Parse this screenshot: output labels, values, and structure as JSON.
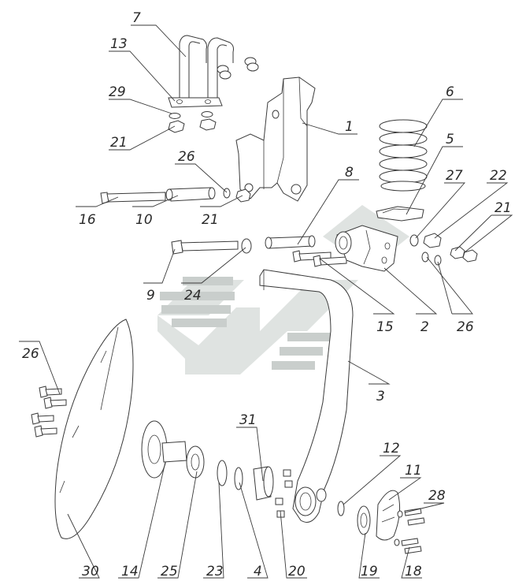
{
  "diagram": {
    "part_labels": [
      "7",
      "13",
      "29",
      "21",
      "1",
      "6",
      "5",
      "27",
      "22",
      "21",
      "26",
      "16",
      "10",
      "21",
      "8",
      "9",
      "24",
      "15",
      "2",
      "26",
      "3",
      "26",
      "31",
      "12",
      "11",
      "28",
      "30",
      "14",
      "25",
      "23",
      "4",
      "20",
      "19",
      "18"
    ]
  },
  "colors": {
    "line": "#3a3a3a",
    "watermark_light": "#dfe3e1",
    "watermark_dark": "#c9cecc",
    "background": "#ffffff"
  }
}
